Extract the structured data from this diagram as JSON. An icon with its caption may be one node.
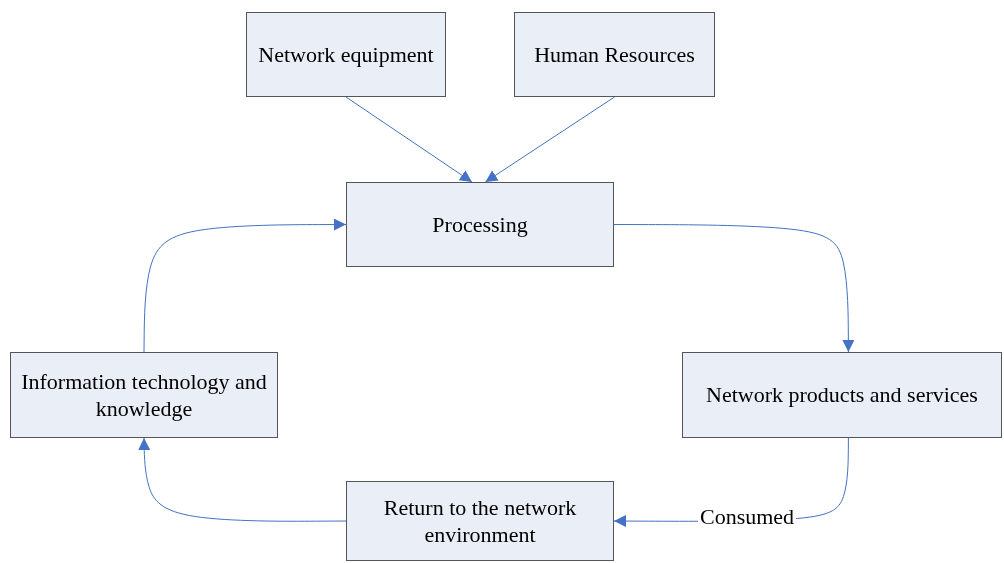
{
  "diagram": {
    "nodes": [
      {
        "text": [
          "Network equipment"
        ]
      },
      {
        "text": [
          "Human Resources"
        ]
      },
      {
        "text": [
          "Processing"
        ]
      },
      {
        "text": [
          "Information technology and knowledge"
        ]
      },
      {
        "text": [
          "Network products and services"
        ]
      },
      {
        "text": [
          "Return to the network environment"
        ]
      }
    ],
    "edges": [
      {
        "from": 0,
        "to": 2,
        "arrow": "to"
      },
      {
        "from": 1,
        "to": 2,
        "arrow": "to"
      },
      {
        "from": 2,
        "to": 4,
        "arrow": "to"
      },
      {
        "from": 4,
        "to": 5,
        "arrow": "to",
        "label": "Consumed"
      },
      {
        "from": 5,
        "to": 3,
        "arrow": "to"
      },
      {
        "from": 3,
        "to": 2,
        "arrow": "to"
      }
    ]
  }
}
